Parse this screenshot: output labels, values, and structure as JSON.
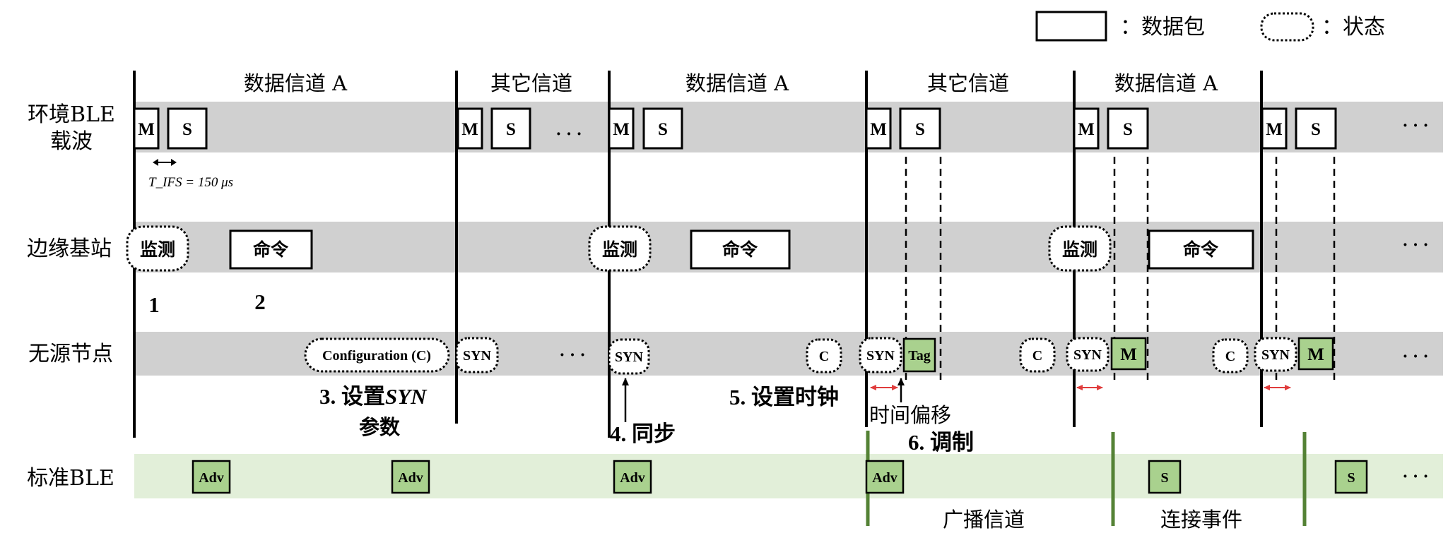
{
  "legend": {
    "packet_label": "：数据包",
    "state_label": "：状态"
  },
  "rows": {
    "ambient": [
      "环境BLE",
      "载波"
    ],
    "edge": "边缘基站",
    "passive": "无源节点",
    "standard": "标准BLE"
  },
  "channels": {
    "data_a_1": "数据信道 A",
    "other_1": "其它信道",
    "data_a_2": "数据信道 A",
    "other_2": "其它信道",
    "data_a_3": "数据信道 A"
  },
  "packets": {
    "m": "M",
    "s": "S",
    "syn": "SYN",
    "tag": "Tag",
    "c": "C",
    "adv": "Adv",
    "configuration": "Configuration (C)"
  },
  "states": {
    "monitor": "监测",
    "command": "命令"
  },
  "ellipsis": "· · ·",
  "tifs": "T_IFS = 150 μs",
  "steps": {
    "s1": "1",
    "s2": "2",
    "s3_prefix": "3. 设置",
    "s3_italic": "SYN",
    "s3_line2": "参数",
    "s4": "4. 同步",
    "s5": "5. 设置时钟",
    "s6": "6. 调制"
  },
  "annotations": {
    "time_offset": "时间偏移",
    "adv_channel": "广播信道",
    "conn_event": "连接事件"
  },
  "colors": {
    "band_gray": "#d0d0d0",
    "band_green": "#e2efd9",
    "packet_green": "#a9d18e",
    "divider_green": "#548235",
    "offset_red": "#e03c3c"
  }
}
